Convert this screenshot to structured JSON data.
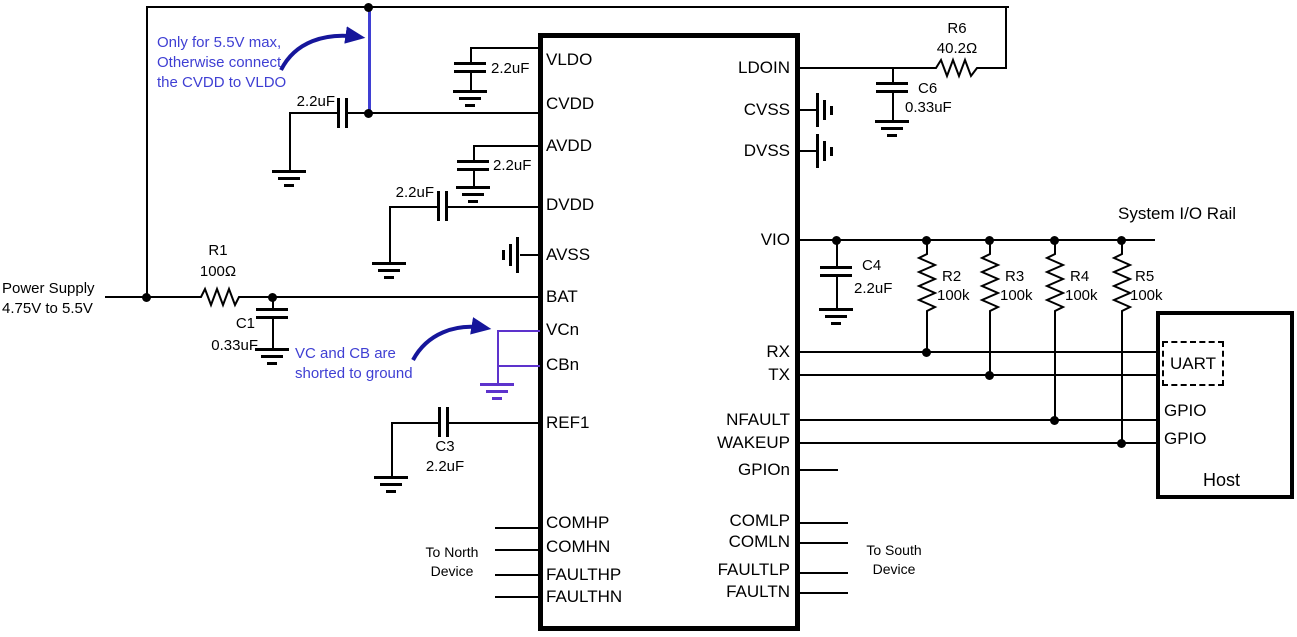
{
  "colors": {
    "wire": "#000000",
    "note_blue": "#3f3fd3",
    "arrow_blue": "#16169b",
    "short_purple": "#5d33cc"
  },
  "notes": {
    "vldo": "Only for 5.5V max,\nOtherwise connect\nthe CVDD to VLDO",
    "vccb": "VC and CB are\nshorted to ground"
  },
  "labels": {
    "power_supply": "Power Supply\n4.75V to 5.5V",
    "system_io_rail": "System I/O Rail",
    "to_north": "To North\nDevice",
    "to_south": "To South\nDevice"
  },
  "chip": {
    "left_pins": [
      "VLDO",
      "CVDD",
      "AVDD",
      "DVDD",
      "AVSS",
      "BAT",
      "VCn",
      "CBn",
      "REF1",
      "COMHP",
      "COMHN",
      "FAULTHP",
      "FAULTHN"
    ],
    "right_pins": [
      "LDOIN",
      "CVSS",
      "DVSS",
      "VIO",
      "RX",
      "TX",
      "NFAULT",
      "WAKEUP",
      "GPIOn",
      "COMLP",
      "COMLN",
      "FAULTLP",
      "FAULTN"
    ]
  },
  "host": {
    "title": "Host",
    "uart": "UART",
    "gpio_top": "GPIO",
    "gpio_bottom": "GPIO"
  },
  "components": {
    "r1": {
      "ref": "R1",
      "value": "100Ω"
    },
    "r2": {
      "ref": "R2",
      "value": "100k"
    },
    "r3": {
      "ref": "R3",
      "value": "100k"
    },
    "r4": {
      "ref": "R4",
      "value": "100k"
    },
    "r5": {
      "ref": "R5",
      "value": "100k"
    },
    "r6": {
      "ref": "R6",
      "value": "40.2Ω"
    },
    "c1": {
      "ref": "C1",
      "value": "0.33uF"
    },
    "c3": {
      "ref": "C3",
      "value": "2.2uF"
    },
    "c4": {
      "ref": "C4",
      "value": "2.2uF"
    },
    "c6": {
      "ref": "C6",
      "value": "0.33uF"
    },
    "c_vldo": {
      "value": "2.2uF"
    },
    "c_cvdd": {
      "value": "2.2uF"
    },
    "c_avdd": {
      "value": "2.2uF"
    },
    "c_dvdd": {
      "value": "2.2uF"
    }
  }
}
